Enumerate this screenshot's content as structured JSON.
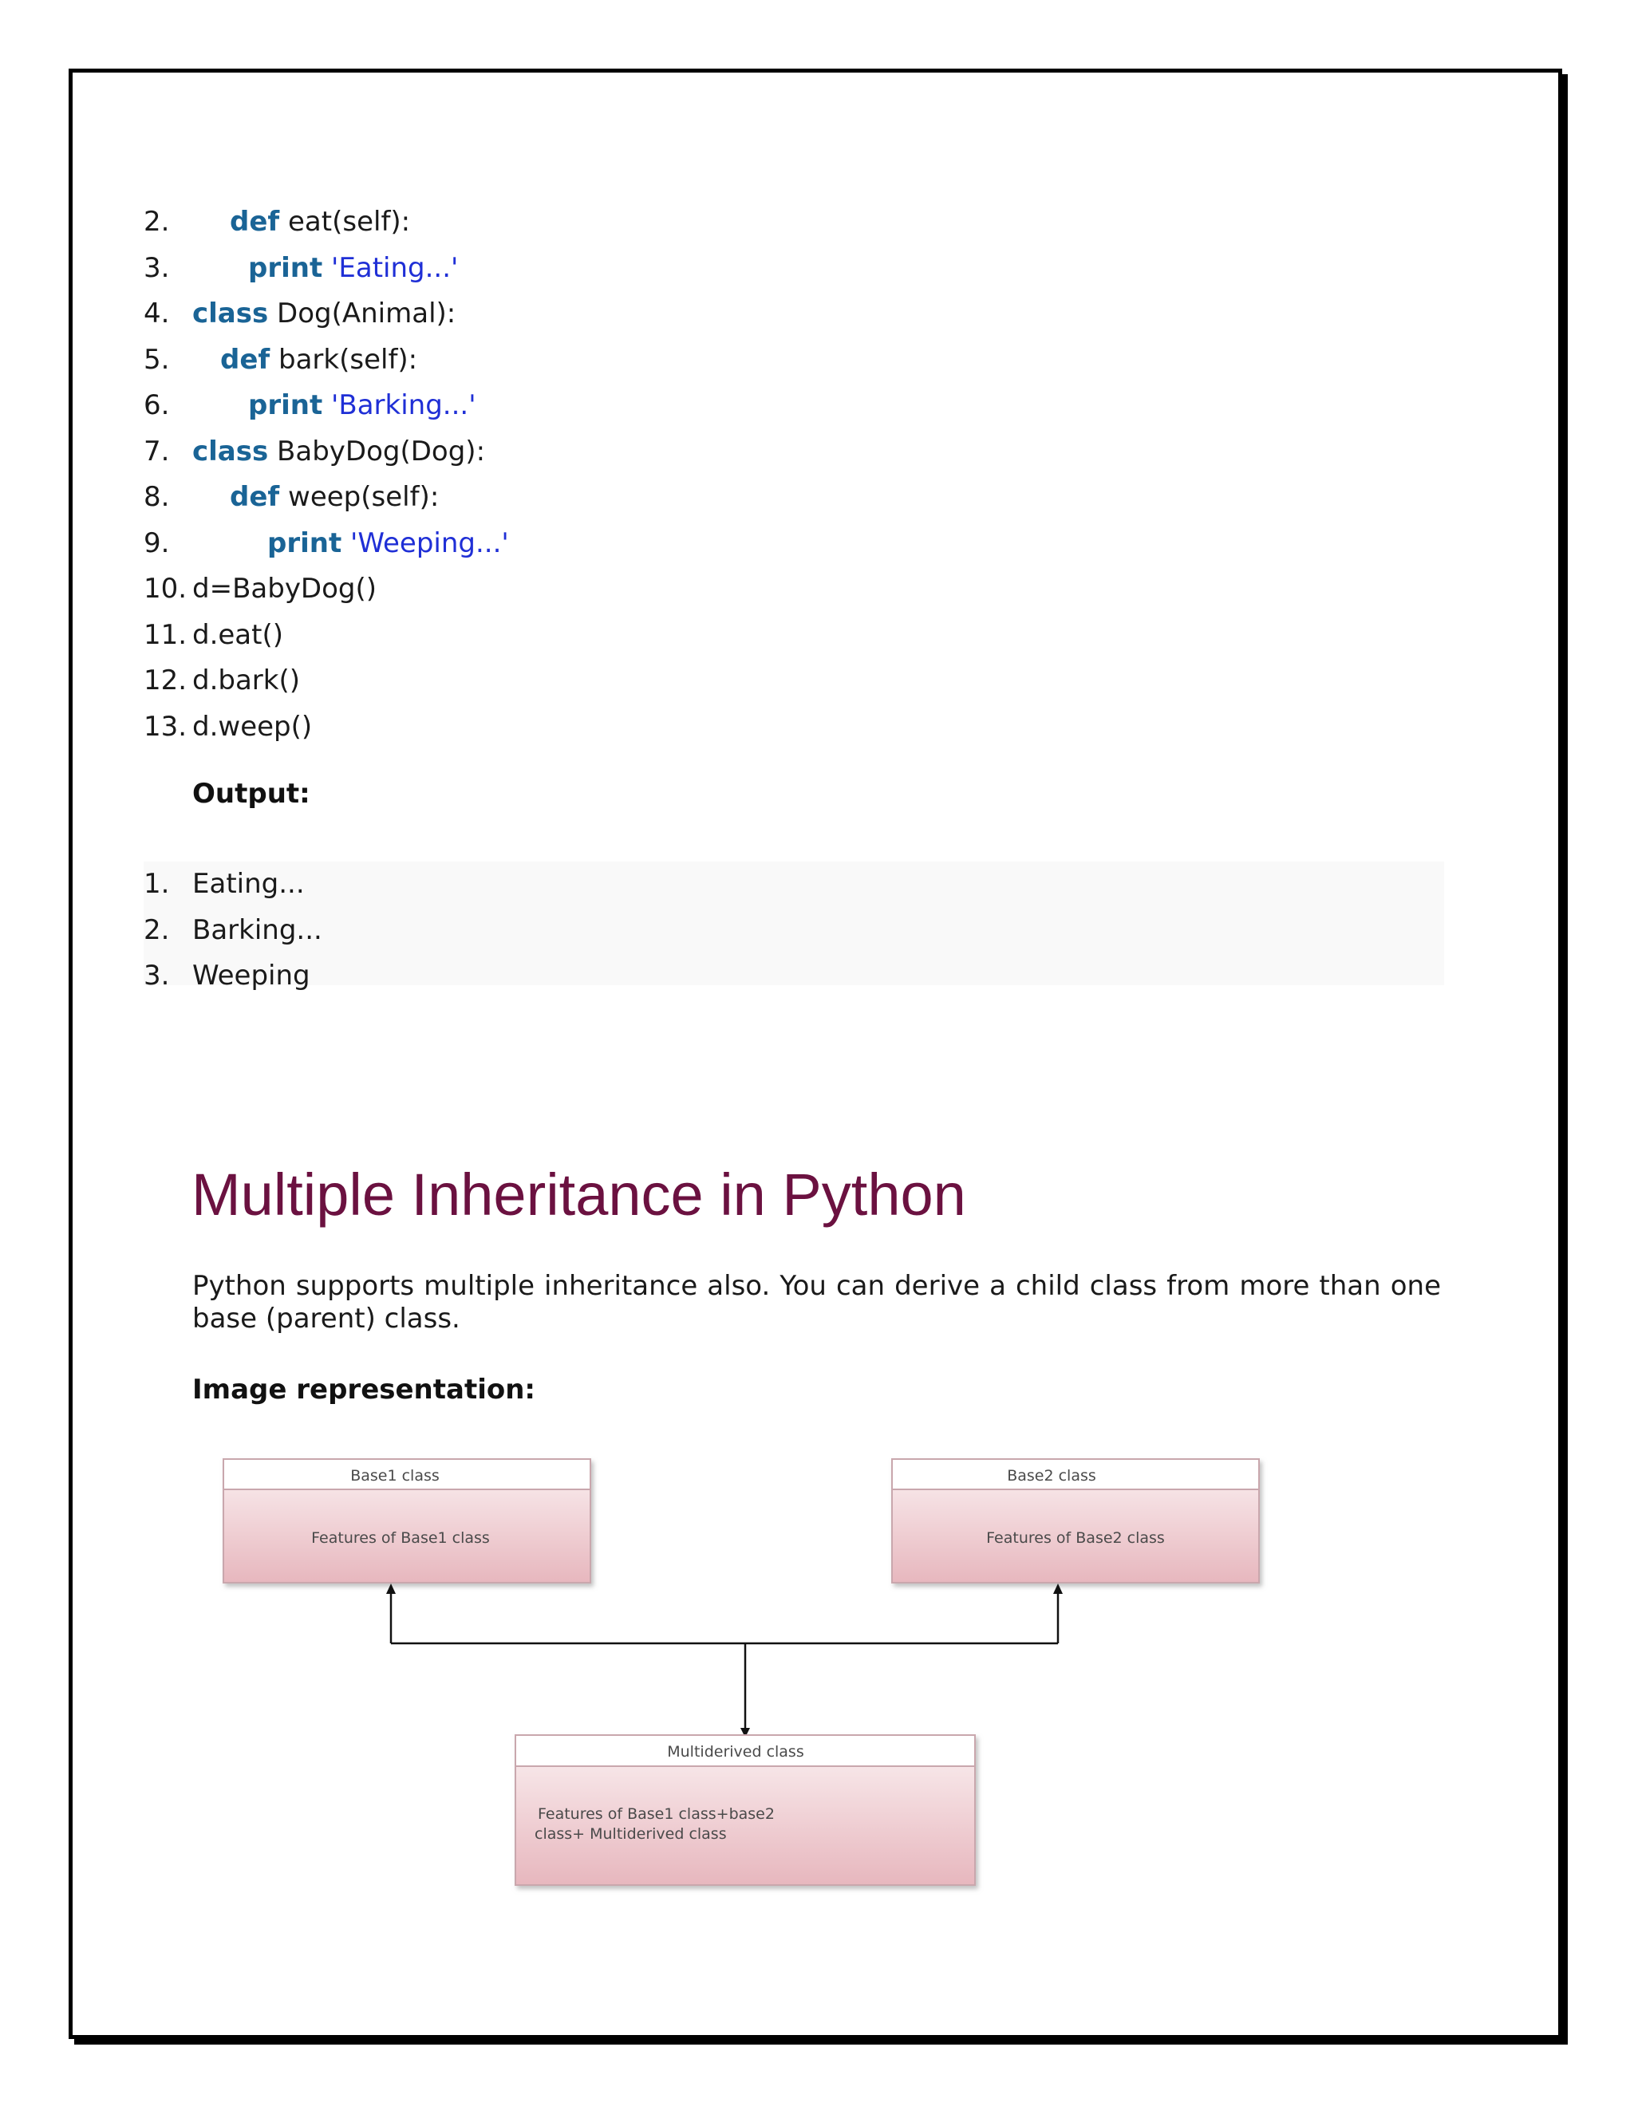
{
  "code": {
    "lines": [
      {
        "num": "2.",
        "kw": "def",
        "text": " eat(self):",
        "str": ""
      },
      {
        "num": "3.",
        "kw": "print",
        "text": " ",
        "str": "'Eating...'"
      },
      {
        "num": "4.",
        "kw": "class",
        "text": " Dog(Animal):",
        "str": ""
      },
      {
        "num": "5.",
        "kw": "def",
        "text": " bark(self):",
        "str": ""
      },
      {
        "num": "6.",
        "kw": "print",
        "text": " ",
        "str": "'Barking...'"
      },
      {
        "num": "7.",
        "kw": "class",
        "text": " BabyDog(Dog):",
        "str": ""
      },
      {
        "num": "8.",
        "kw": "def",
        "text": " weep(self):",
        "str": ""
      },
      {
        "num": "9.",
        "kw": "print",
        "text": " ",
        "str": "'Weeping...'"
      },
      {
        "num": "10.",
        "kw": "",
        "text": "d=BabyDog()",
        "str": ""
      },
      {
        "num": "11.",
        "kw": "",
        "text": "d.eat()",
        "str": ""
      },
      {
        "num": "12.",
        "kw": "",
        "text": "d.bark()",
        "str": ""
      },
      {
        "num": "13.",
        "kw": "",
        "text": "d.weep()",
        "str": ""
      }
    ]
  },
  "output": {
    "heading": "Output:",
    "lines": [
      {
        "num": "1.",
        "text": "Eating..."
      },
      {
        "num": "2.",
        "text": "Barking..."
      },
      {
        "num": "3.",
        "text": "Weeping"
      }
    ]
  },
  "section": {
    "title": "Multiple Inheritance in Python",
    "intro": "Python supports multiple inheritance also. You can derive a child class from more than one base (parent) class.",
    "image_heading": "Image representation:"
  },
  "diagram": {
    "base1": {
      "title": "Base1 class",
      "body": "Features of Base1 class"
    },
    "base2": {
      "title": "Base2 class",
      "body": "Features of Base2 class"
    },
    "derived": {
      "title": "Multiderived class",
      "body_line1": "Features of Base1 class+base2",
      "body_line2": "class+ Multiderived class"
    }
  },
  "colors": {
    "keyword": "#1a6496",
    "string": "#1f2fd6",
    "heading": "#6b1140",
    "box_fill_bottom": "#e7b7be"
  }
}
